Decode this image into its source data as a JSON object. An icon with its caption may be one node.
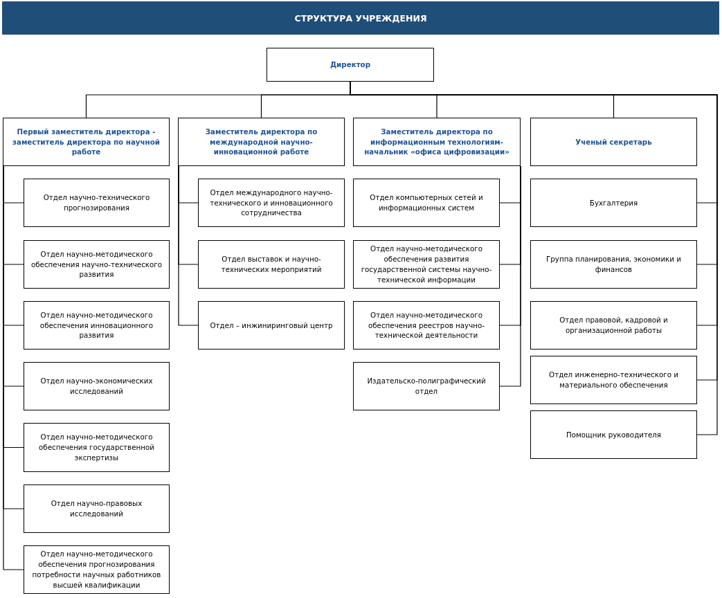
{
  "diagram": {
    "title": "СТРУКТУРА УЧРЕЖДЕНИЯ",
    "nodes": [
      {
        "text": [
          "Директор"
        ]
      },
      {
        "text": [
          "Первый заместитель директора - заместитель директора по научной работе"
        ]
      },
      {
        "text": [
          "Заместитель директора по международной научно-инновационной работе"
        ]
      },
      {
        "text": [
          "Заместитель директора по информационным технологиям-начальник «офиса цифровизации»"
        ]
      },
      {
        "text": [
          "Ученый секретарь"
        ]
      },
      {
        "text": [
          "Отдел научно-технического прогнозирования"
        ]
      },
      {
        "text": [
          "Отдел научно-методического обеспечения научно-технического развития"
        ]
      },
      {
        "text": [
          "Отдел научно-методического обеспечения инновационного развития"
        ]
      },
      {
        "text": [
          "Отдел научно-экономических исследований"
        ]
      },
      {
        "text": [
          "Отдел научно-методического обеспечения государственной экспертизы"
        ]
      },
      {
        "text": [
          "Отдел научно-правовых исследований"
        ]
      },
      {
        "text": [
          "Отдел научно-методического обеспечения прогнозирования потребности научных работников высшей квалификации"
        ]
      },
      {
        "text": [
          "Отдел международного научно-технического и инновационного сотрудничества"
        ]
      },
      {
        "text": [
          "Отдел выставок и научно-технических мероприятий"
        ]
      },
      {
        "text": [
          "Отдел – инжиниринговый центр"
        ]
      },
      {
        "text": [
          "Отдел компьютерных сетей и информационных систем"
        ]
      },
      {
        "text": [
          "Отдел научно-методического обеспечения развития государственной системы научно-технической информации"
        ]
      },
      {
        "text": [
          "Отдел научно-методического обеспечения реестров научно-технической деятельности"
        ]
      },
      {
        "text": [
          "Издательско-полиграфический отдел"
        ]
      },
      {
        "text": [
          "Бухгалтерия"
        ]
      },
      {
        "text": [
          "Группа планирования, экономики и финансов"
        ]
      },
      {
        "text": [
          "Отдел правовой, кадровой и организационной работы"
        ]
      },
      {
        "text": [
          "Отдел инженерно-технического и материального обеспечения"
        ]
      },
      {
        "text": [
          "Помощник руководителя"
        ]
      }
    ],
    "edges": [
      {
        "from": 0,
        "to": 1,
        "arrow": "none"
      },
      {
        "from": 0,
        "to": 2,
        "arrow": "none"
      },
      {
        "from": 0,
        "to": 3,
        "arrow": "none"
      },
      {
        "from": 0,
        "to": 4,
        "arrow": "none"
      },
      {
        "from": 0,
        "to": 19,
        "arrow": "none"
      },
      {
        "from": 0,
        "to": 20,
        "arrow": "none"
      },
      {
        "from": 0,
        "to": 21,
        "arrow": "none"
      },
      {
        "from": 0,
        "to": 22,
        "arrow": "none"
      },
      {
        "from": 0,
        "to": 23,
        "arrow": "none"
      },
      {
        "from": 1,
        "to": 5,
        "arrow": "none"
      },
      {
        "from": 1,
        "to": 6,
        "arrow": "none"
      },
      {
        "from": 1,
        "to": 7,
        "arrow": "none"
      },
      {
        "from": 1,
        "to": 8,
        "arrow": "none"
      },
      {
        "from": 1,
        "to": 9,
        "arrow": "none"
      },
      {
        "from": 1,
        "to": 10,
        "arrow": "none"
      },
      {
        "from": 1,
        "to": 11,
        "arrow": "none"
      },
      {
        "from": 2,
        "to": 12,
        "arrow": "none"
      },
      {
        "from": 2,
        "to": 13,
        "arrow": "none"
      },
      {
        "from": 2,
        "to": 14,
        "arrow": "none"
      },
      {
        "from": 3,
        "to": 15,
        "arrow": "none"
      },
      {
        "from": 3,
        "to": 16,
        "arrow": "none"
      },
      {
        "from": 3,
        "to": 17,
        "arrow": "none"
      },
      {
        "from": 3,
        "to": 18,
        "arrow": "none"
      }
    ]
  }
}
